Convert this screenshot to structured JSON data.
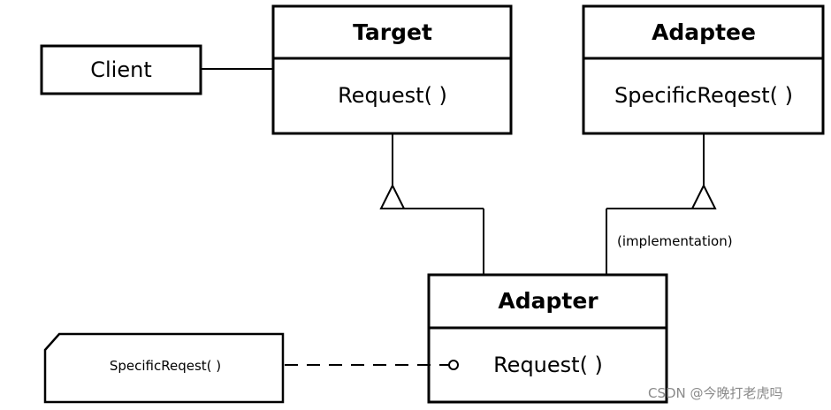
{
  "client": {
    "label": "Client"
  },
  "target": {
    "title": "Target",
    "method": "Request( )"
  },
  "adaptee": {
    "title": "Adaptee",
    "method": "SpecificReqest( )"
  },
  "adapter": {
    "title": "Adapter",
    "method": "Request( )"
  },
  "note": {
    "text": "SpecificReqest( )"
  },
  "implementation_label": "(implementation)",
  "watermark": "CSDN @今晚打老虎吗"
}
